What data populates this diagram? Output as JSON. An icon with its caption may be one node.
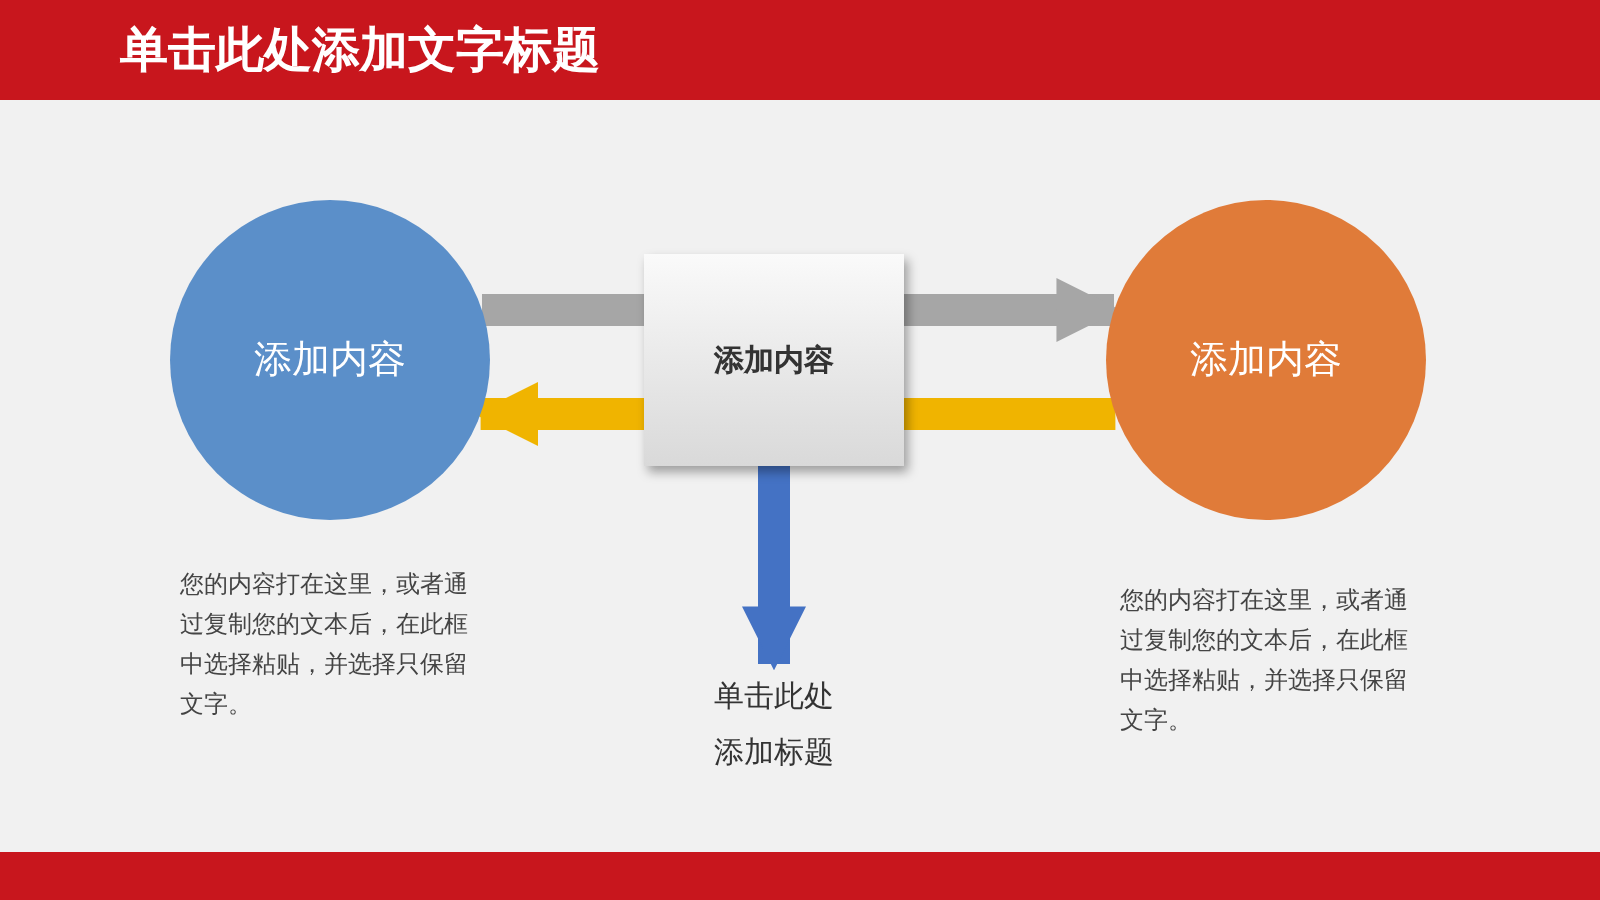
{
  "diagram": {
    "title": "单击此处添加文字标题",
    "nodes": [
      {
        "text": [
          "添加内容"
        ],
        "beside": [
          "您的内容打在这里，或者通过复制您的文本后，在此框中选择粘贴，并选择只保留文字。"
        ]
      },
      {
        "text": [
          "添加内容"
        ]
      },
      {
        "text": [
          "添加内容"
        ],
        "beside": [
          "您的内容打在这里，或者通过复制您的文本后，在此框中选择粘贴，并选择只保留文字。"
        ]
      },
      {
        "text": [
          "单击此处添加标题"
        ]
      }
    ],
    "edges": [
      {
        "from": 0,
        "to": 1,
        "arrow": "none",
        "color": "#a6a6a6"
      },
      {
        "from": 1,
        "to": 2,
        "arrow": "to",
        "color": "#a6a6a6"
      },
      {
        "from": 2,
        "to": 1,
        "arrow": "none",
        "color": "#f0b400"
      },
      {
        "from": 1,
        "to": 0,
        "arrow": "to",
        "color": "#f0b400"
      },
      {
        "from": 1,
        "to": 3,
        "arrow": "to",
        "color": "#4472c4"
      }
    ]
  }
}
